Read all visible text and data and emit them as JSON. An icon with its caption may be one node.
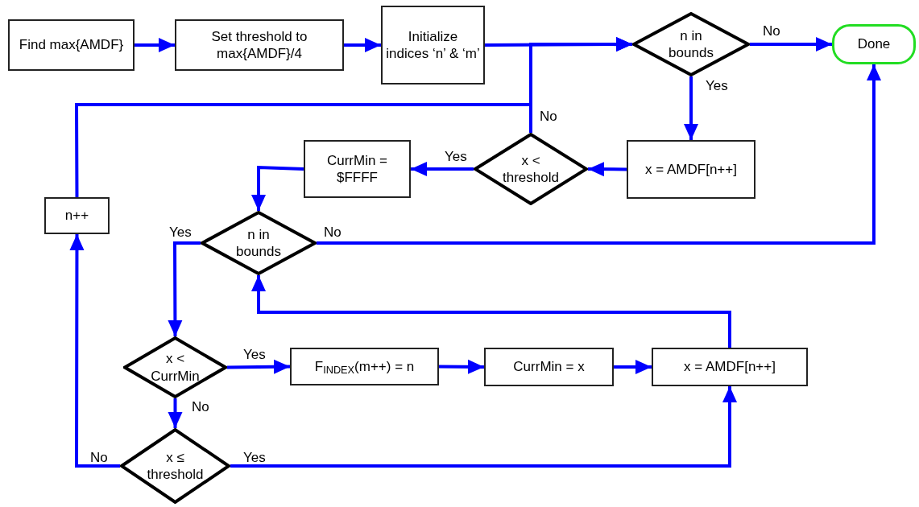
{
  "diagram": {
    "nodes": [
      {
        "text": [
          "Find max{AMDF}"
        ]
      },
      {
        "text": [
          "Set threshold to max{AMDF}/4"
        ]
      },
      {
        "text": [
          "Initialize indices ‘n’ & ‘m’"
        ]
      },
      {
        "text": [
          "n in bounds"
        ]
      },
      {
        "text": [
          "Done"
        ]
      },
      {
        "text": [
          "x = AMDF[n++]"
        ]
      },
      {
        "text": [
          "x < threshold"
        ]
      },
      {
        "text": [
          "CurrMin = $FFFF"
        ]
      },
      {
        "text": [
          "n++"
        ]
      },
      {
        "text": [
          "n in bounds"
        ]
      },
      {
        "text": [
          "x < CurrMin"
        ]
      },
      {
        "text": [
          "F$_{INDEX}$(m++) = n"
        ]
      },
      {
        "text": [
          "CurrMin = x"
        ]
      },
      {
        "text": [
          "x = AMDF[n++]"
        ]
      },
      {
        "text": [
          "x ≤ threshold"
        ]
      }
    ],
    "edges": [
      {
        "from": 0,
        "to": 1,
        "arrow": "to"
      },
      {
        "from": 1,
        "to": 2,
        "arrow": "to"
      },
      {
        "from": 2,
        "to": 3,
        "arrow": "to"
      },
      {
        "from": 3,
        "to": 4,
        "arrow": "to",
        "label": "No"
      },
      {
        "from": 3,
        "to": 5,
        "arrow": "to",
        "label": "Yes"
      },
      {
        "from": 5,
        "to": 6,
        "arrow": "to"
      },
      {
        "from": 6,
        "to": 3,
        "arrow": "to",
        "label": "No"
      },
      {
        "from": 6,
        "to": 7,
        "arrow": "to",
        "label": "Yes"
      },
      {
        "from": 7,
        "to": 9,
        "arrow": "to"
      },
      {
        "from": 9,
        "to": 4,
        "arrow": "to",
        "label": "No"
      },
      {
        "from": 9,
        "to": 10,
        "arrow": "to",
        "label": "Yes"
      },
      {
        "from": 10,
        "to": 11,
        "arrow": "to",
        "label": "Yes"
      },
      {
        "from": 10,
        "to": 14,
        "arrow": "to",
        "label": "No"
      },
      {
        "from": 11,
        "to": 12,
        "arrow": "to"
      },
      {
        "from": 12,
        "to": 13,
        "arrow": "to"
      },
      {
        "from": 13,
        "to": 9,
        "arrow": "to"
      },
      {
        "from": 14,
        "to": 13,
        "arrow": "to",
        "label": "Yes"
      },
      {
        "from": 14,
        "to": 8,
        "arrow": "to",
        "label": "No"
      },
      {
        "from": 8,
        "to": 3,
        "arrow": "to"
      }
    ]
  }
}
